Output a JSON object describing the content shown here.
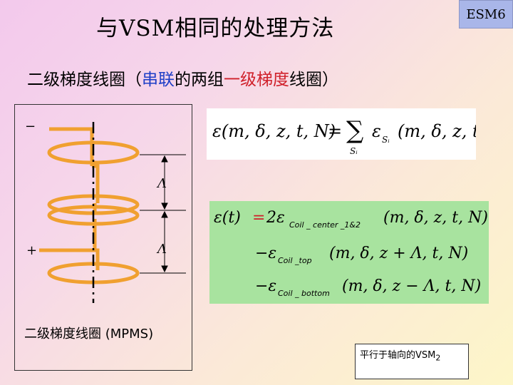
{
  "title": "与VSM相同的处理方法",
  "badge": "ESM6",
  "subtitle": {
    "prefix": "二级梯度线圈（",
    "blue": "串联",
    "mid": "的两组",
    "red": "一级梯度",
    "suffix": "线圈）"
  },
  "diagram": {
    "minus": "−",
    "plus": "+",
    "lambda": "Λ",
    "caption": "二级梯度线圈 (MPMS)"
  },
  "equation1": {
    "lhs": "ε(m, δ, z, t, N)",
    "eq": "=",
    "sum": "∑",
    "sum_index": "Sᵢ",
    "term": "ε",
    "term_sub": "Sᵢ",
    "args": "(m, δ, z, t)"
  },
  "equation2": {
    "lhs": "ε(t)",
    "eq": "=",
    "coef": "2ε",
    "line1_sub": "Coil _ center _1&2",
    "line1_args": "(m, δ, z, t, N)",
    "line2_pre": "−ε",
    "line2_sub": "Coil _top",
    "line2_args": "(m, δ, z + Λ, t, N)",
    "line3_pre": "−ε",
    "line3_sub": "Coil _ bottom",
    "line3_args": "(m, δ, z − Λ, t, N)"
  },
  "annotation": {
    "text": "平行于轴向的VSM",
    "sub": "2"
  },
  "colors": {
    "coil": "#f0a030",
    "axis": "#000000",
    "eq2_bg": "#a8e39f",
    "blue": "#1f3fc7",
    "red": "#d0202a",
    "badge_bg": "#a9b6e9"
  }
}
